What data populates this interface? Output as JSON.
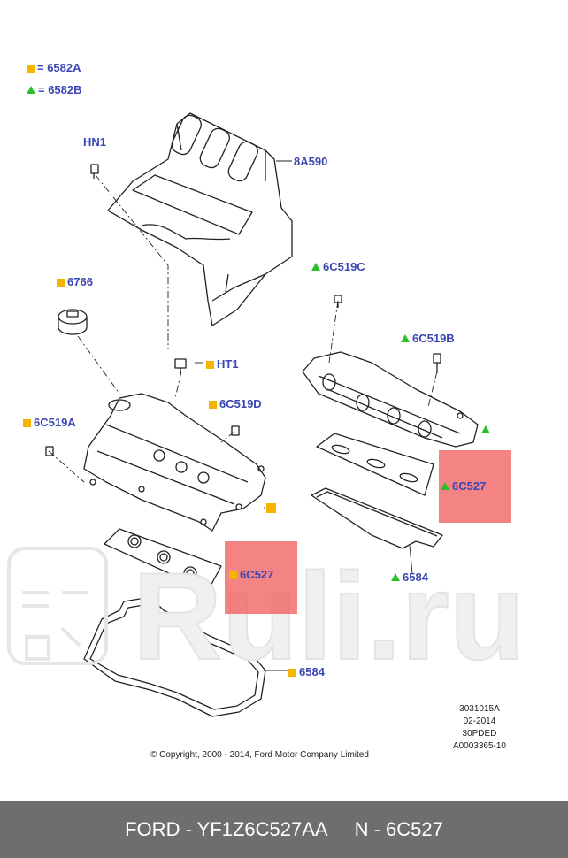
{
  "legend": {
    "square_label": "= 6582A",
    "triangle_label": "= 6582B"
  },
  "parts": {
    "hn1": "HN1",
    "p8a590": "8A590",
    "p6766": "6766",
    "ht1": "HT1",
    "p6c519c": "6C519C",
    "p6c519b": "6C519B",
    "p6c519d": "6C519D",
    "p6c519a": "6C519A",
    "p6c527_right": "6C527",
    "p6c527_left": "6C527",
    "p6584_right": "6584",
    "p6584_left": "6584"
  },
  "reference": {
    "line1": "3031015A",
    "line2": "02-2014",
    "line3": "30PDED",
    "line4": "A0003365-10"
  },
  "copyright": "© Copyright, 2000 - 2014, Ford Motor Company Limited",
  "watermark": "Ruli.ru",
  "footer": {
    "part_number": "FORD - YF1Z6C527AA",
    "part_code": "N - 6C527"
  },
  "colors": {
    "label_blue": "#3b46b5",
    "marker_yellow": "#f5b400",
    "marker_green": "#2bbf2b",
    "highlight_red": "#f05a5a",
    "footer_gray": "#6e6e6e"
  }
}
